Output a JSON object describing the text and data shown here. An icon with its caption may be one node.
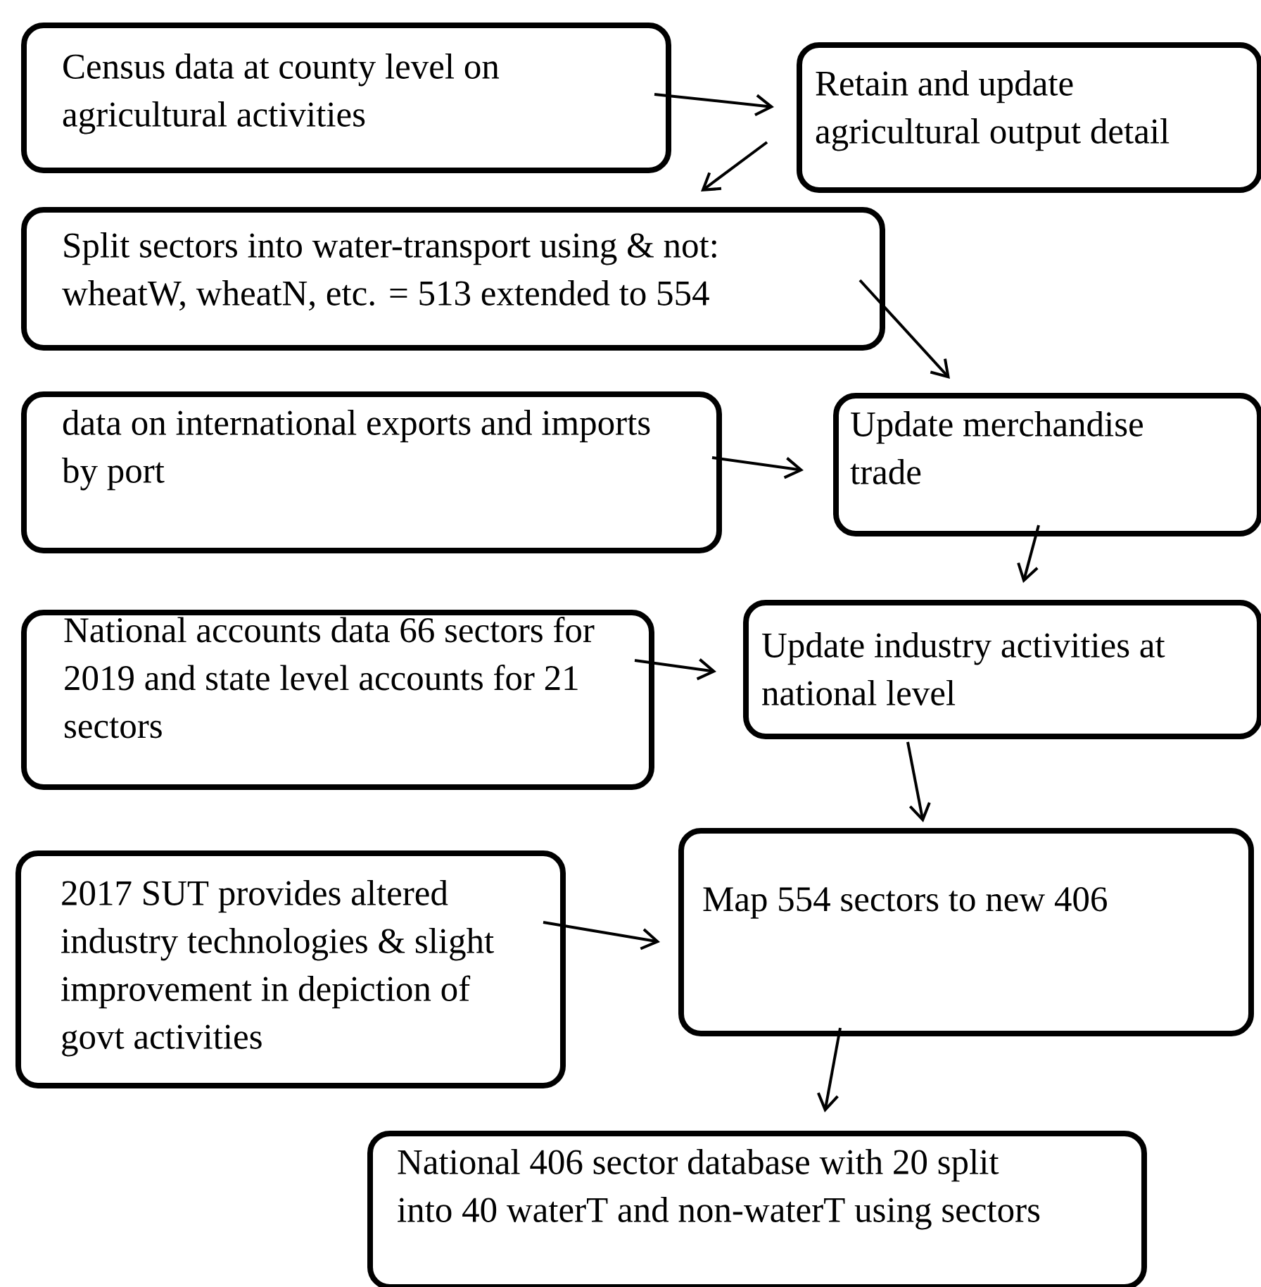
{
  "diagram": {
    "nodes": [
      {
        "text": [
          "Census data at county level on agricultural activities"
        ]
      },
      {
        "text": [
          "Retain and update agricultural output detail"
        ]
      },
      {
        "text": [
          "Split sectors into water-transport using & not: wheatW, wheatN, etc. = 513 extended to 554"
        ]
      },
      {
        "text": [
          "data on international exports and imports by port"
        ]
      },
      {
        "text": [
          "Update merchandise trade"
        ]
      },
      {
        "text": [
          "National accounts data 66 sectors for 2019 and state level accounts for 21 sectors"
        ]
      },
      {
        "text": [
          "Update industry activities at national level"
        ]
      },
      {
        "text": [
          "2017 SUT provides altered industry technologies & slight improvement in depiction of govt activities"
        ]
      },
      {
        "text": [
          "Map 554 sectors to new 406"
        ]
      },
      {
        "text": [
          "National 406 sector database with 20 split into 40 waterT and non-waterT using sectors"
        ]
      }
    ],
    "edges": [
      {
        "from": 0,
        "to": 1,
        "arrow": "to"
      },
      {
        "from": 1,
        "to": 2,
        "arrow": "to"
      },
      {
        "from": 2,
        "to": 4,
        "arrow": "to"
      },
      {
        "from": 3,
        "to": 4,
        "arrow": "to"
      },
      {
        "from": 4,
        "to": 6,
        "arrow": "to"
      },
      {
        "from": 5,
        "to": 6,
        "arrow": "to"
      },
      {
        "from": 6,
        "to": 8,
        "arrow": "to"
      },
      {
        "from": 7,
        "to": 8,
        "arrow": "to"
      },
      {
        "from": 8,
        "to": 9,
        "arrow": "to"
      }
    ]
  }
}
